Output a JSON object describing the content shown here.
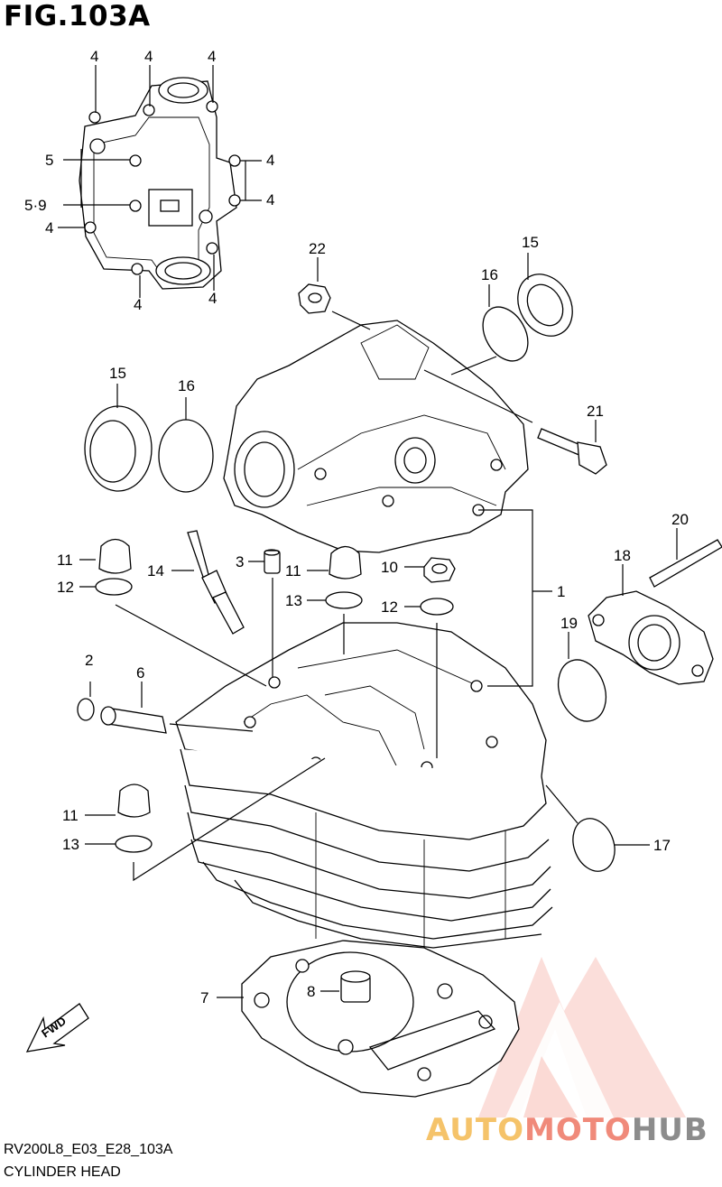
{
  "figure": {
    "title": "FIG.103A",
    "code": "RV200L8_E03_E28_103A",
    "name": "CYLINDER HEAD"
  },
  "fwd_label": "FWD",
  "watermark": {
    "auto": "AUTO",
    "moto": "MOTO",
    "hub": "HUB",
    "colors": {
      "auto": "#f5c36a",
      "moto": "#f08a7a",
      "hub": "#8c8c8c",
      "mark": "#f3a39a"
    }
  },
  "callouts": {
    "c4a": "4",
    "c4b": "4",
    "c4c": "4",
    "c4d": "4",
    "c4e": "4",
    "c4f": "4",
    "c4g": "4",
    "c4h": "4",
    "c5": "5",
    "c59": "5·9",
    "c22": "22",
    "c15a": "15",
    "c16a": "16",
    "c15b": "15",
    "c16b": "16",
    "c21": "21",
    "c20": "20",
    "c18": "18",
    "c1": "1",
    "c19": "19",
    "c11a": "11",
    "c12a": "12",
    "c14": "14",
    "c3": "3",
    "c11b": "11",
    "c13a": "13",
    "c10": "10",
    "c12b": "12",
    "c2": "2",
    "c6": "6",
    "c11c": "11",
    "c13b": "13",
    "c17": "17",
    "c7": "7",
    "c8": "8"
  }
}
